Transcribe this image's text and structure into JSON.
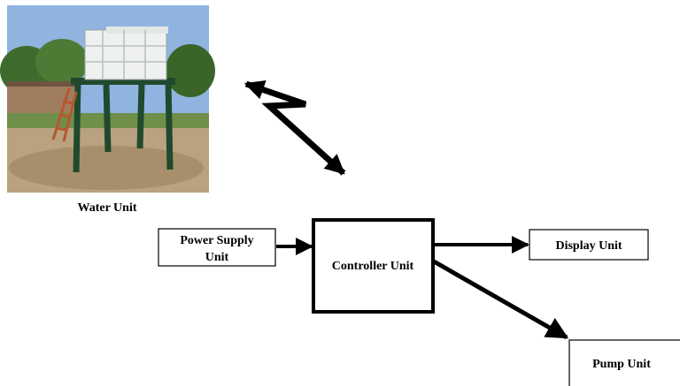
{
  "labels": {
    "water_unit": "Water Unit",
    "power_supply_line1": "Power Supply",
    "power_supply_line2": "Unit",
    "controller_unit": "Controller Unit",
    "display_unit": "Display Unit",
    "pump_unit": "Pump Unit"
  },
  "photo": {
    "icon": "water-tank-photo",
    "sky_color": "#8fb4e0",
    "foliage_color": "#3f6b2c",
    "ground_color": "#b9a27f",
    "tank_color": "#eef1ef",
    "frame_color": "#1f4a2d"
  }
}
